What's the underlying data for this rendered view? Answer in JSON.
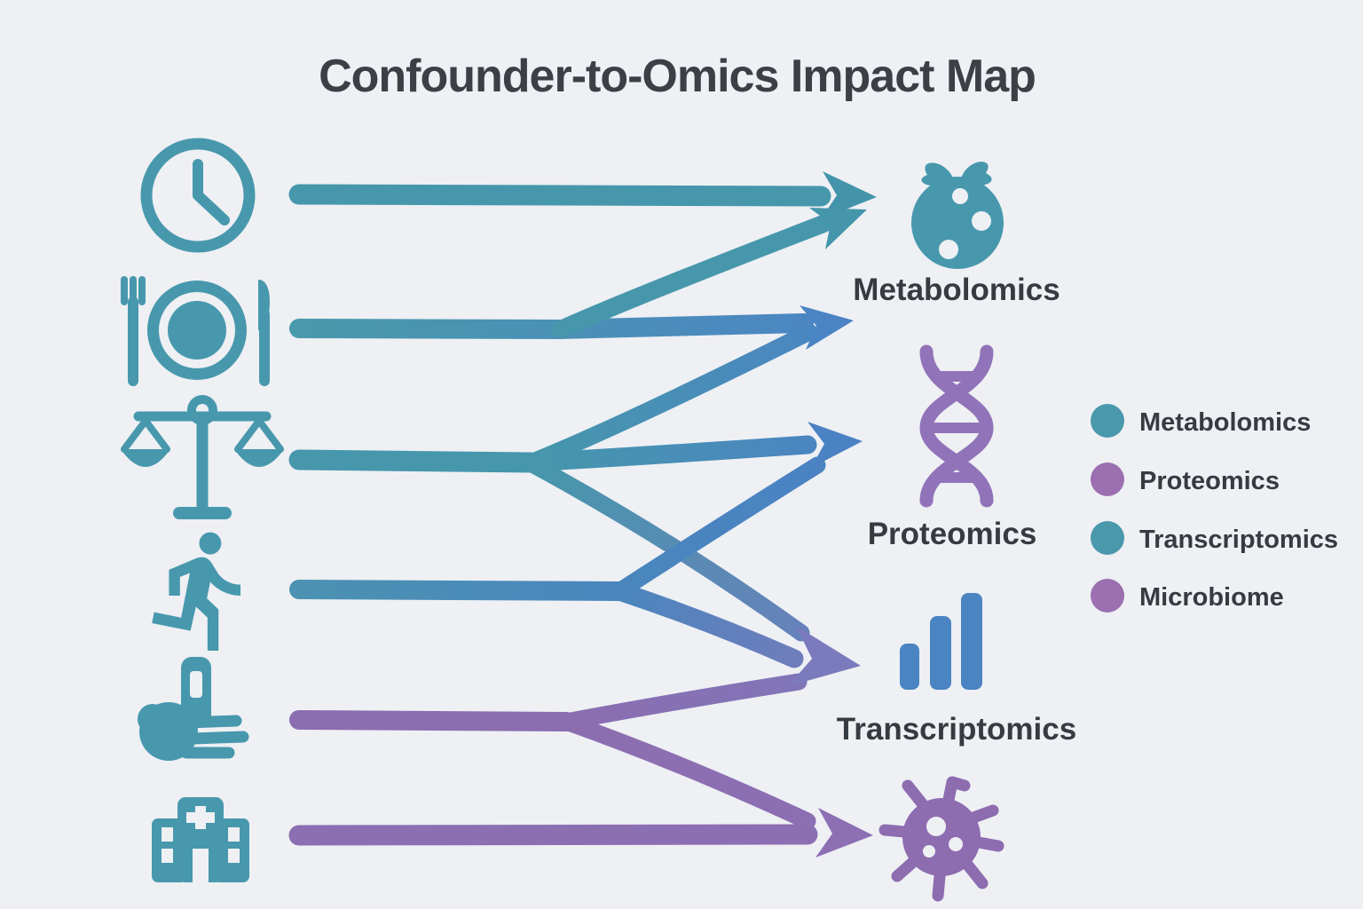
{
  "title": "Confounder-to-Omics Impact Map",
  "colors": {
    "background": "#eef0f4",
    "teal": "#4898ad",
    "blue": "#4b84c4",
    "purple": "#8d6fb0",
    "blue_purple": "#7b7abc",
    "text": "#3b4046"
  },
  "confounders": [
    {
      "icon": "clock-icon"
    },
    {
      "icon": "meal-icon"
    },
    {
      "icon": "balance-scale-icon"
    },
    {
      "icon": "runner-icon"
    },
    {
      "icon": "flask-hand-icon"
    },
    {
      "icon": "hospital-icon"
    }
  ],
  "nodes": [
    {
      "id": "metabolomics",
      "label": "Metabolomics",
      "icon": "fruit-icon",
      "color": "#4898ad"
    },
    {
      "id": "proteomics",
      "label": "Proteomics",
      "icon": "dna-icon",
      "color": "#9173b9"
    },
    {
      "id": "transcriptomics",
      "label": "Transcriptomics",
      "icon": "bar-chart-icon",
      "color": "#4a84c2"
    },
    {
      "id": "microbiome",
      "icon": "microbe-icon",
      "color": "#8d6cb0"
    }
  ],
  "edges": [
    {
      "from": "clock",
      "to": "metabolomics"
    },
    {
      "from": "meal",
      "to": "metabolomics"
    },
    {
      "from": "balance-scale",
      "to": "metabolomics"
    },
    {
      "from": "balance-scale",
      "to": "proteomics"
    },
    {
      "from": "balance-scale",
      "to": "transcriptomics"
    },
    {
      "from": "runner",
      "to": "proteomics"
    },
    {
      "from": "runner",
      "to": "transcriptomics"
    },
    {
      "from": "flask-hand",
      "to": "transcriptomics"
    },
    {
      "from": "flask-hand",
      "to": "microbiome"
    },
    {
      "from": "hospital",
      "to": "microbiome"
    }
  ],
  "legend": {
    "items": [
      {
        "label": "Metabolomics",
        "color": "#4a98ac"
      },
      {
        "label": "Proteomics",
        "color": "#9b6fb0"
      },
      {
        "label": "Transcriptomics",
        "color": "#4a98ac"
      },
      {
        "label": "Microbiome",
        "color": "#9b6fb0"
      }
    ]
  }
}
